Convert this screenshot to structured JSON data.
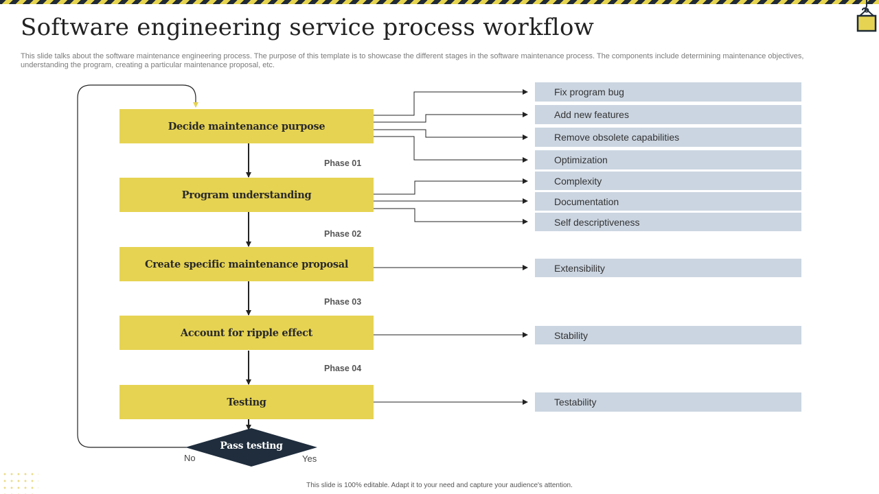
{
  "slide": {
    "title": "Software engineering service process workflow",
    "subtitle": "This slide talks about the software maintenance engineering process. The purpose of this template is to showcase the different stages in the software maintenance process. The components include determining maintenance objectives, understanding the program, creating a particular maintenance proposal, etc.",
    "footer": "This slide is 100% editable.  Adapt it to your need and capture your audience's attention."
  },
  "colors": {
    "step_fill": "#e6d352",
    "outcome_fill": "#cbd5e1",
    "decision_fill": "#1f2d3d",
    "stripe_yellow": "#e6d44f",
    "stripe_dark": "#1f2a36"
  },
  "icons": {
    "top_right": "crane-hook-cargo-icon",
    "bottom_left": "dot-grid-decoration"
  },
  "steps": [
    {
      "label": "Decide maintenance purpose"
    },
    {
      "label": "Program understanding"
    },
    {
      "label": "Create specific maintenance proposal"
    },
    {
      "label": "Account for ripple effect"
    },
    {
      "label": "Testing"
    }
  ],
  "phases": [
    "Phase 01",
    "Phase 02",
    "Phase 03",
    "Phase 04"
  ],
  "outcomes": [
    {
      "label": "Fix program bug",
      "step": 0
    },
    {
      "label": "Add new features",
      "step": 0
    },
    {
      "label": "Remove obsolete capabilities",
      "step": 0
    },
    {
      "label": "Optimization",
      "step": 0
    },
    {
      "label": "Complexity",
      "step": 1
    },
    {
      "label": "Documentation",
      "step": 1
    },
    {
      "label": "Self descriptiveness",
      "step": 1
    },
    {
      "label": "Extensibility",
      "step": 2
    },
    {
      "label": "Stability",
      "step": 3
    },
    {
      "label": "Testability",
      "step": 4
    }
  ],
  "decision": {
    "label": "Pass testing",
    "no_label": "No",
    "yes_label": "Yes"
  }
}
